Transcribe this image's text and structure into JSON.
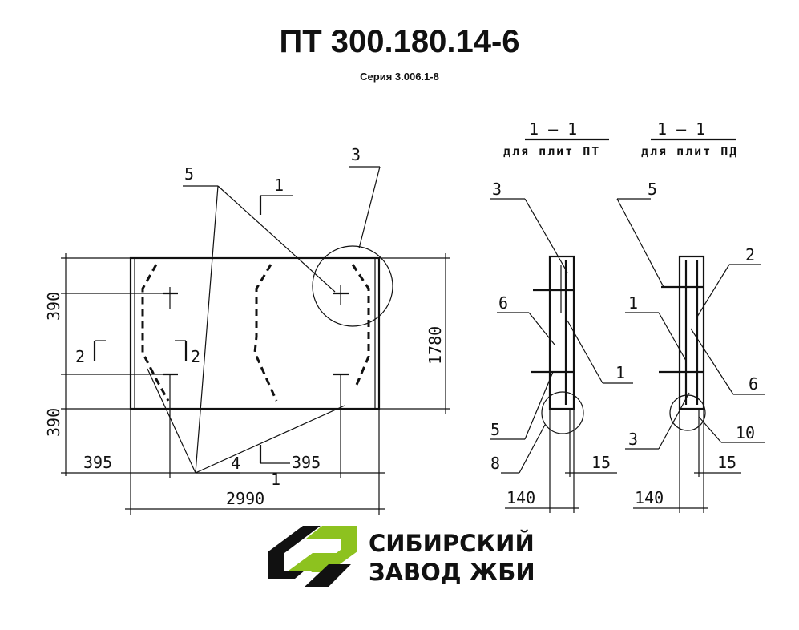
{
  "header": {
    "title": "ПТ 300.180.14-6",
    "subtitle": "Серия 3.006.1-8"
  },
  "plan": {
    "dims": {
      "left_top": "390",
      "left_bottom": "390",
      "right": "1780",
      "bottom_left": "395",
      "bottom_right": "395",
      "total": "2990"
    },
    "marks": {
      "item5": "5",
      "item3": "3",
      "item4": "4",
      "cut1_top": "1",
      "cut1_bottom": "1",
      "cut2_left": "2",
      "cut2_right": "2"
    }
  },
  "sections": [
    {
      "title": "1 — 1",
      "caption": "для плит ПТ",
      "marks": {
        "a": "3",
        "b": "6",
        "c": "1",
        "d": "5",
        "e": "8"
      },
      "dim_width": "140",
      "dim_cover": "15"
    },
    {
      "title": "1 — 1",
      "caption": "для плит ПД",
      "marks": {
        "a": "5",
        "b": "2",
        "c": "1",
        "d": "6",
        "e": "3",
        "f": "10"
      },
      "dim_width": "140",
      "dim_cover": "15"
    }
  ],
  "logo": {
    "line1": "СИБИРСКИЙ",
    "line2": "ЗАВОД ЖБИ",
    "colors": {
      "green": "#8dc21f",
      "black": "#111111"
    }
  }
}
